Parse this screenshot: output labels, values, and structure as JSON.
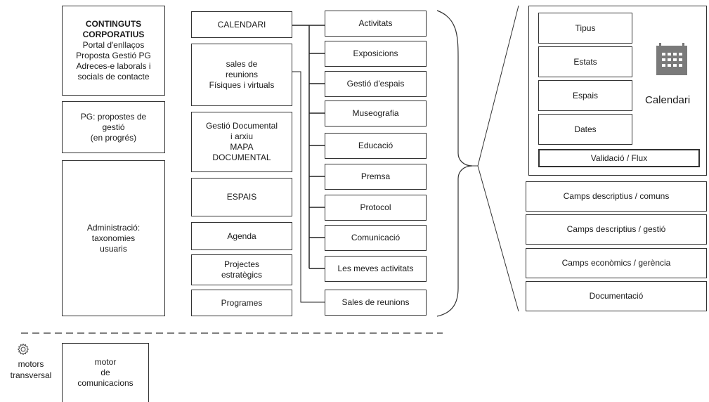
{
  "left": {
    "contents_title": "CONTINGUTS\nCORPORATIUS",
    "contents_items": "Portal d'enllaços\nProposta Gestió PG\nAdreces-e laborals i\nsocials de contacte",
    "pg_proposals": "PG: propostes de\ngestió\n(en progrés)",
    "admin": "Administració:\ntaxonomies\nusuaris"
  },
  "middle": {
    "calendari": "CALENDARI",
    "sales": "sales de\nreunions\nFísiques i virtuals",
    "gestio_doc": "Gestió Documental\ni arxiu\nMAPA\nDOCUMENTAL",
    "espais": "ESPAIS",
    "agenda": "Agenda",
    "projectes": "Projectes\nestratègics",
    "programes": "Programes"
  },
  "activities": [
    "Activitats",
    "Exposicions",
    "Gestió d'espais",
    "Museografia",
    "Educació",
    "Premsa",
    "Protocol",
    "Comunicació",
    "Les meves activitats",
    "Sales de reunions"
  ],
  "detail": {
    "fields": [
      "Tipus",
      "Estats",
      "Espais",
      "Dates"
    ],
    "calendar_label": "Calendari",
    "validation": "Validació / Flux",
    "sections": [
      "Camps descriptius / comuns",
      "Camps descriptius / gestió",
      "Camps econòmics / gerència",
      "Documentació"
    ]
  },
  "bottom": {
    "motors_label": "motors\ntransversal",
    "comm_engine": "motor\nde\ncomunicacions"
  }
}
